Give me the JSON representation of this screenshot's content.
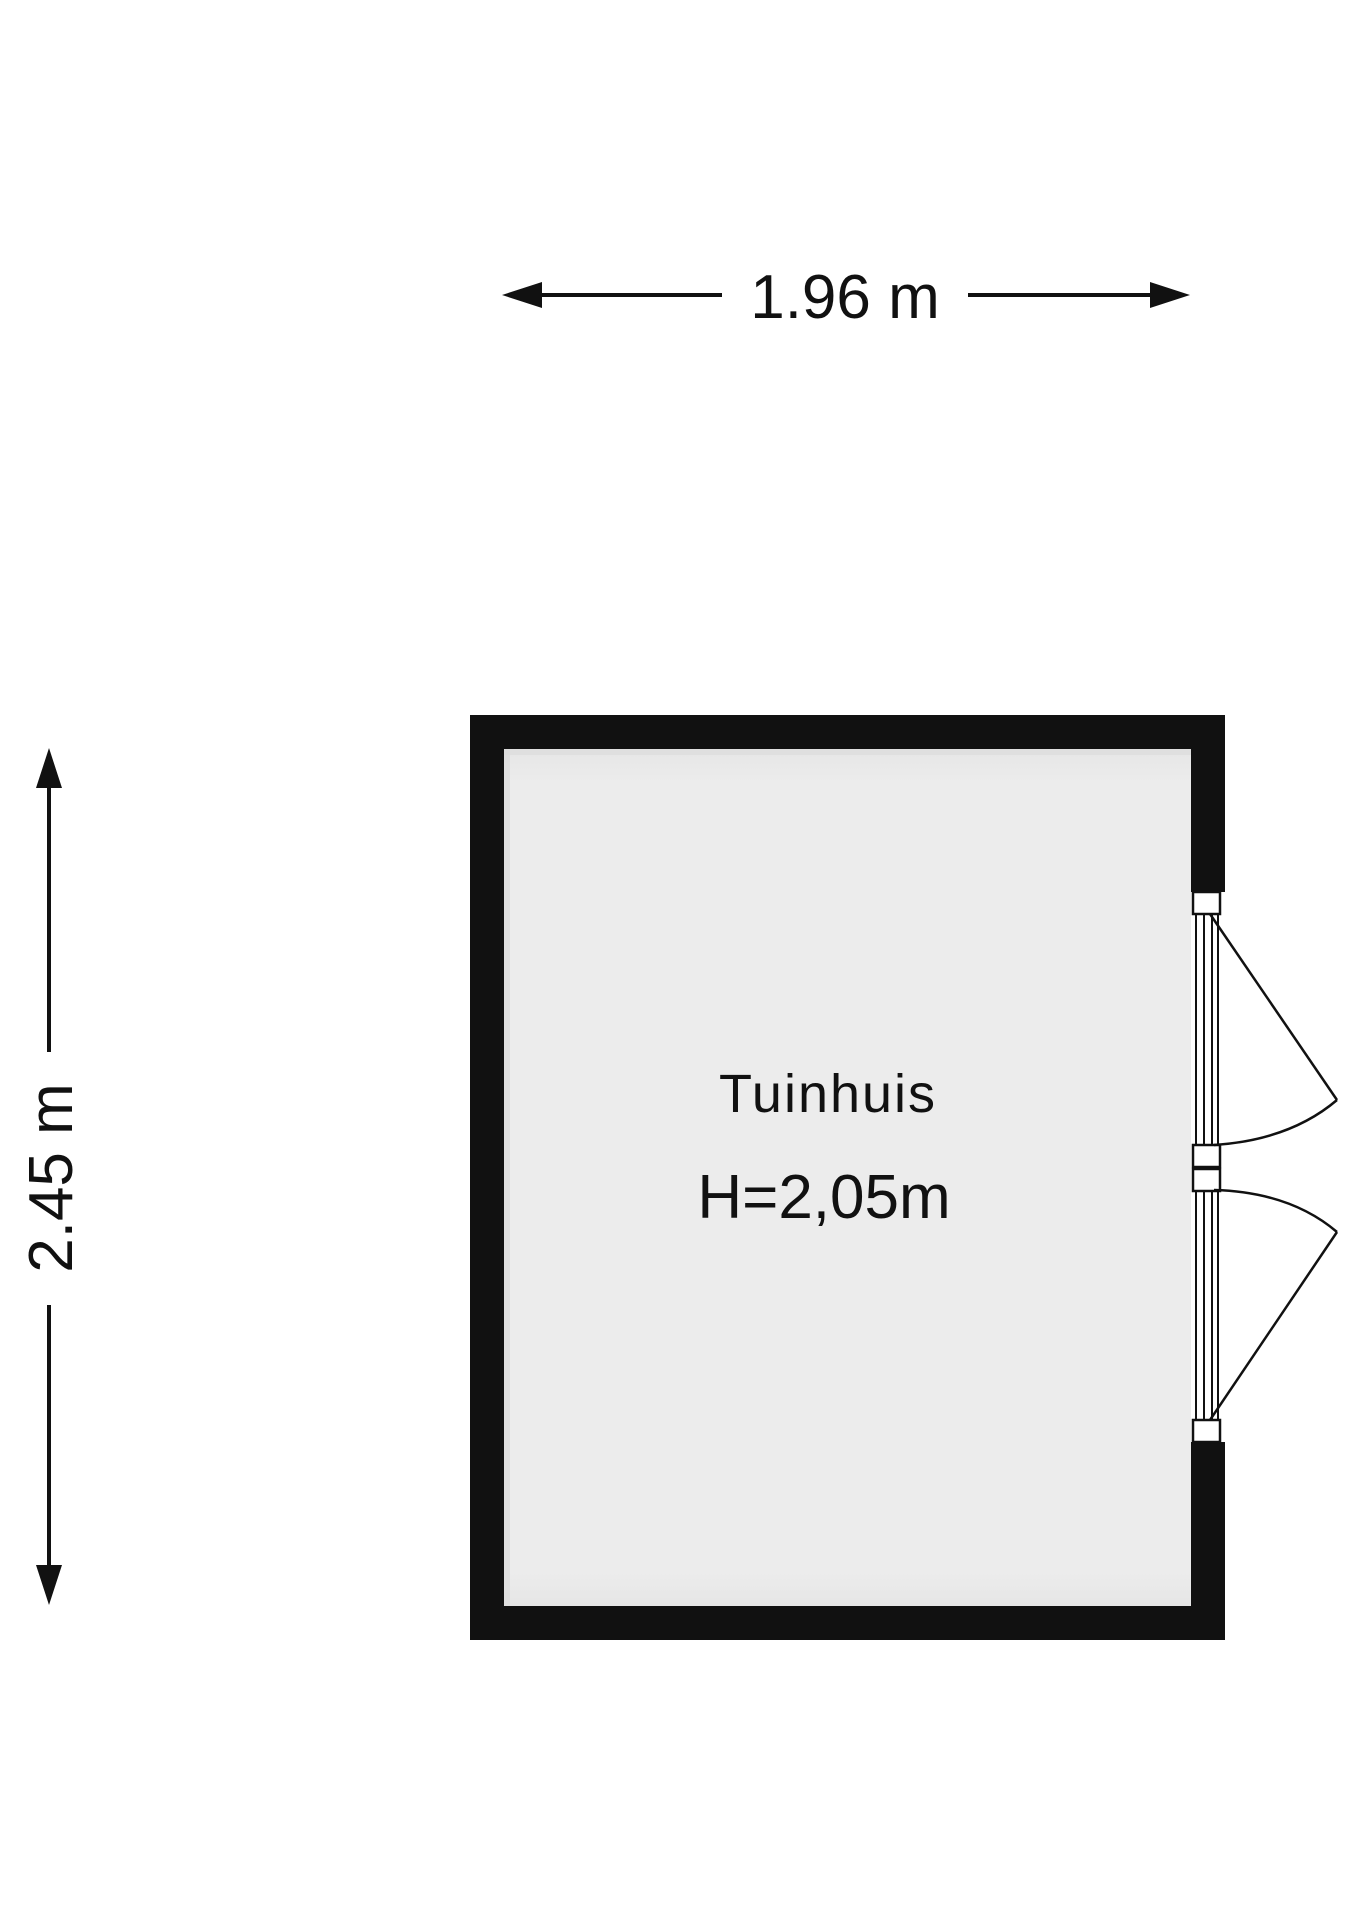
{
  "dimensions": {
    "width": "1.96 m",
    "height": "2.45 m"
  },
  "room": {
    "name": "Tuinhuis",
    "ceiling_height": "H=2,05m"
  },
  "colors": {
    "wall": "#111111",
    "floor": "#ececec",
    "line": "#111111",
    "door_frame": "#ffffff"
  },
  "icons": {
    "dimension_arrow": "arrowhead",
    "door": "double-swing-door"
  }
}
